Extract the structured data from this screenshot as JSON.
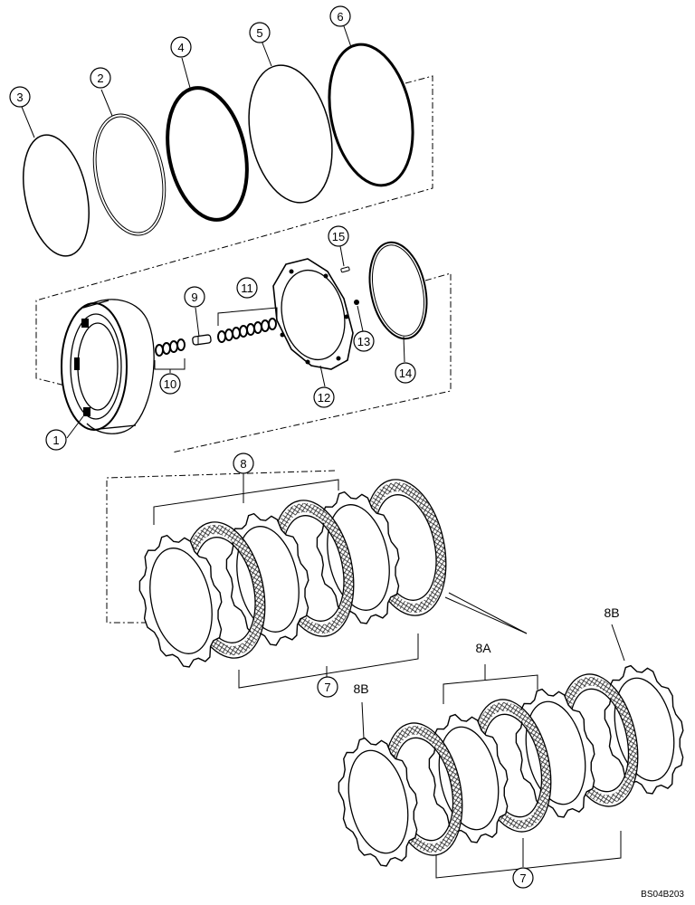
{
  "callouts": [
    {
      "id": "1",
      "label": "1"
    },
    {
      "id": "2",
      "label": "2"
    },
    {
      "id": "3",
      "label": "3"
    },
    {
      "id": "4",
      "label": "4"
    },
    {
      "id": "5",
      "label": "5"
    },
    {
      "id": "6",
      "label": "6"
    },
    {
      "id": "7a",
      "label": "7"
    },
    {
      "id": "7b",
      "label": "7"
    },
    {
      "id": "8",
      "label": "8"
    },
    {
      "id": "9",
      "label": "9"
    },
    {
      "id": "10",
      "label": "10"
    },
    {
      "id": "11",
      "label": "11"
    },
    {
      "id": "12",
      "label": "12"
    },
    {
      "id": "13",
      "label": "13"
    },
    {
      "id": "14",
      "label": "14"
    },
    {
      "id": "15",
      "label": "15"
    }
  ],
  "labels": {
    "label_8a": "8A",
    "label_8b_top": "8B",
    "label_8b_left": "8B"
  },
  "doc_code": "BS04B203",
  "colors": {
    "line": "#000000",
    "background": "#ffffff",
    "friction": "#3a3a3a"
  }
}
